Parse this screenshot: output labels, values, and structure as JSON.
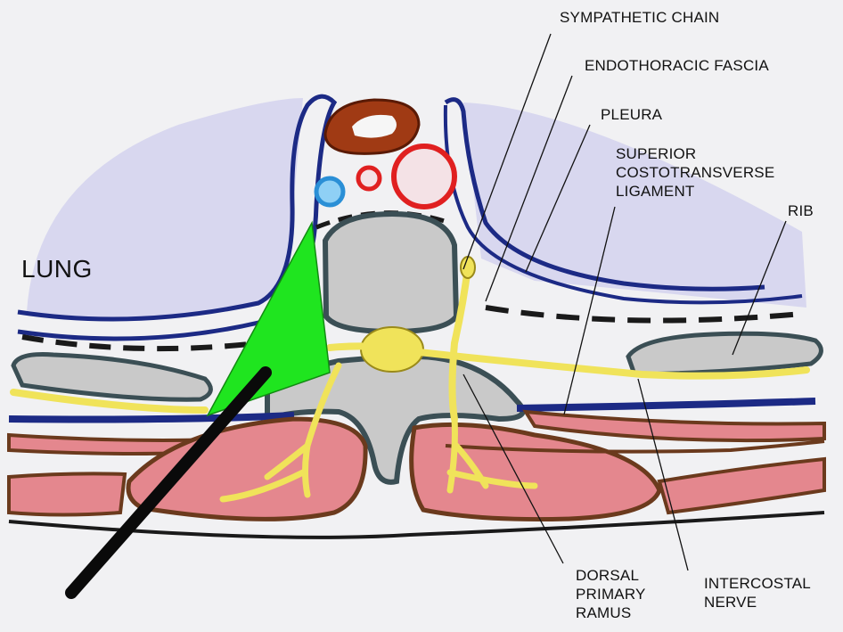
{
  "labels": {
    "lung": "LUNG",
    "sympathetic_chain": "SYMPATHETIC CHAIN",
    "endothoracic_fascia": "ENDOTHORACIC FASCIA",
    "pleura": "PLEURA",
    "superior_costotransverse_ligament": [
      "SUPERIOR",
      "COSTOTRANSVERSE",
      "LIGAMENT"
    ],
    "rib": "RIB",
    "dorsal_primary_ramus": [
      "DORSAL",
      "PRIMARY",
      "RAMUS"
    ],
    "intercostal_nerve": [
      "INTERCOSTAL",
      "NERVE"
    ]
  },
  "colors": {
    "background": "#f1f1f3",
    "pleura_blue": "#1c2a85",
    "fascia_dash": "#1a1a1a",
    "bone_grey": "#c9c9c9",
    "bone_outline": "#3b4f55",
    "nerve_yellow": "#f0e35a",
    "muscle_red": "#e4878e",
    "muscle_outline": "#6b3a1d",
    "lung_shading": "#c9c6ea",
    "aorta_red": "#e02020",
    "esophagus_brown": "#a03a14",
    "vein_blue": "#2a8fd6",
    "block_zone_green": "#1fe51f",
    "needle_black": "#0a0a0a"
  }
}
